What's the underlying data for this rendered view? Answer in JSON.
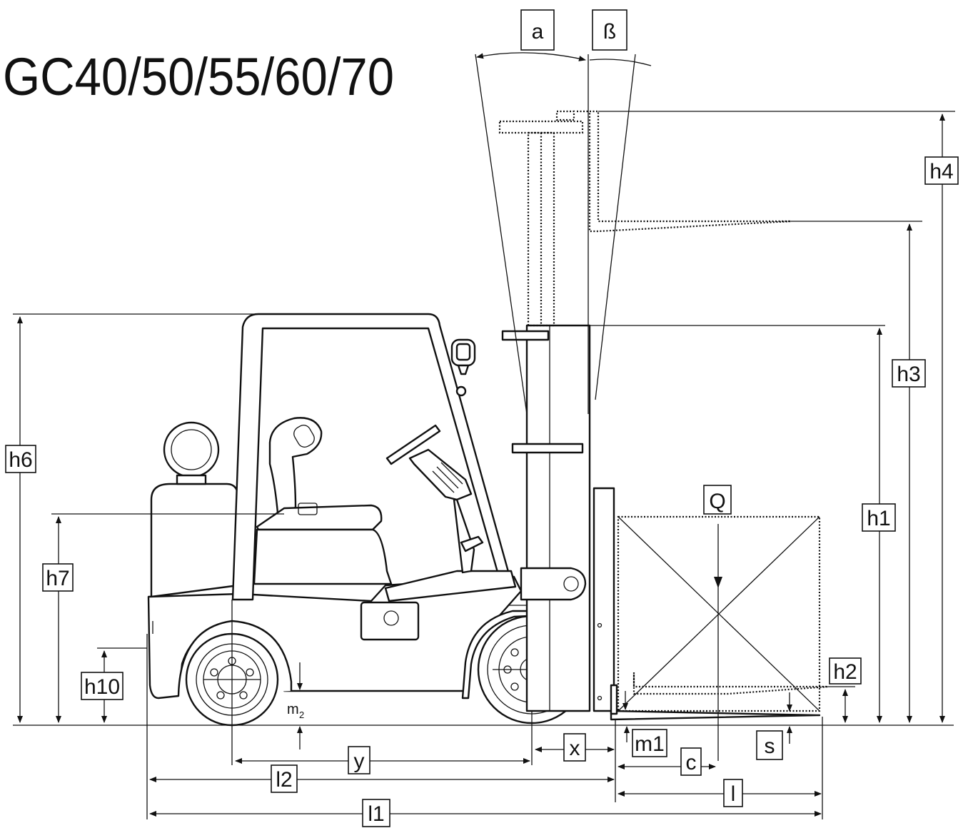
{
  "title": "GC40/50/55/60/70",
  "labels": {
    "a": "a",
    "beta": "ß",
    "h1": "h1",
    "h2": "h2",
    "h3": "h3",
    "h4": "h4",
    "h6": "h6",
    "h7": "h7",
    "h10": "h10",
    "Q": "Q",
    "m1": "m1",
    "m2_base": "m",
    "m2_sub": "2",
    "s": "s",
    "x": "x",
    "y": "y",
    "c": "c",
    "l": "l",
    "l1": "l1",
    "l2": "l2"
  }
}
